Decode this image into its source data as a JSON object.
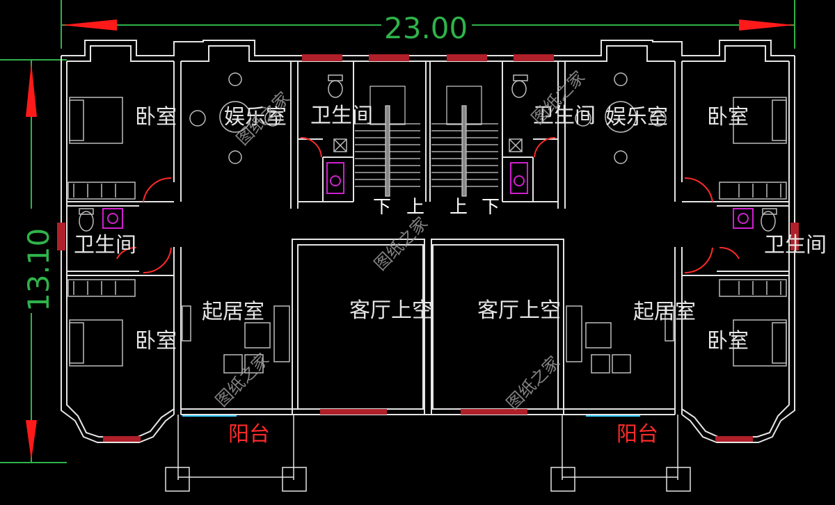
{
  "dimensions": {
    "width_label": "23.00",
    "height_label": "13.10"
  },
  "rooms": {
    "bedroom_tl": "卧室",
    "entertainment_l": "娱乐室",
    "bathroom_top_l": "卫生间",
    "bathroom_top_r": "卫生间",
    "entertainment_r": "娱乐室",
    "bedroom_tr": "卧室",
    "bathroom_mid_l": "卫生间",
    "bathroom_mid_r": "卫生间",
    "living_l": "起居室",
    "void_l": "客厅上空",
    "void_r": "客厅上空",
    "living_r": "起居室",
    "bedroom_bl": "卧室",
    "bedroom_br": "卧室",
    "balcony_l": "阳台",
    "balcony_r": "阳台"
  },
  "stairs": {
    "down_l": "下",
    "up_l": "上",
    "up_r": "上",
    "down_r": "下"
  },
  "watermark": "图纸之家",
  "colors": {
    "background": "#000000",
    "wall": "#e6e6e6",
    "dimension": "#2fb34a",
    "arrow": "#ff1a1a",
    "window": "#b0202a",
    "door": "#ff2a2a",
    "fixture_magenta": "#d020d0",
    "balcony_glass": "#33ccff"
  }
}
